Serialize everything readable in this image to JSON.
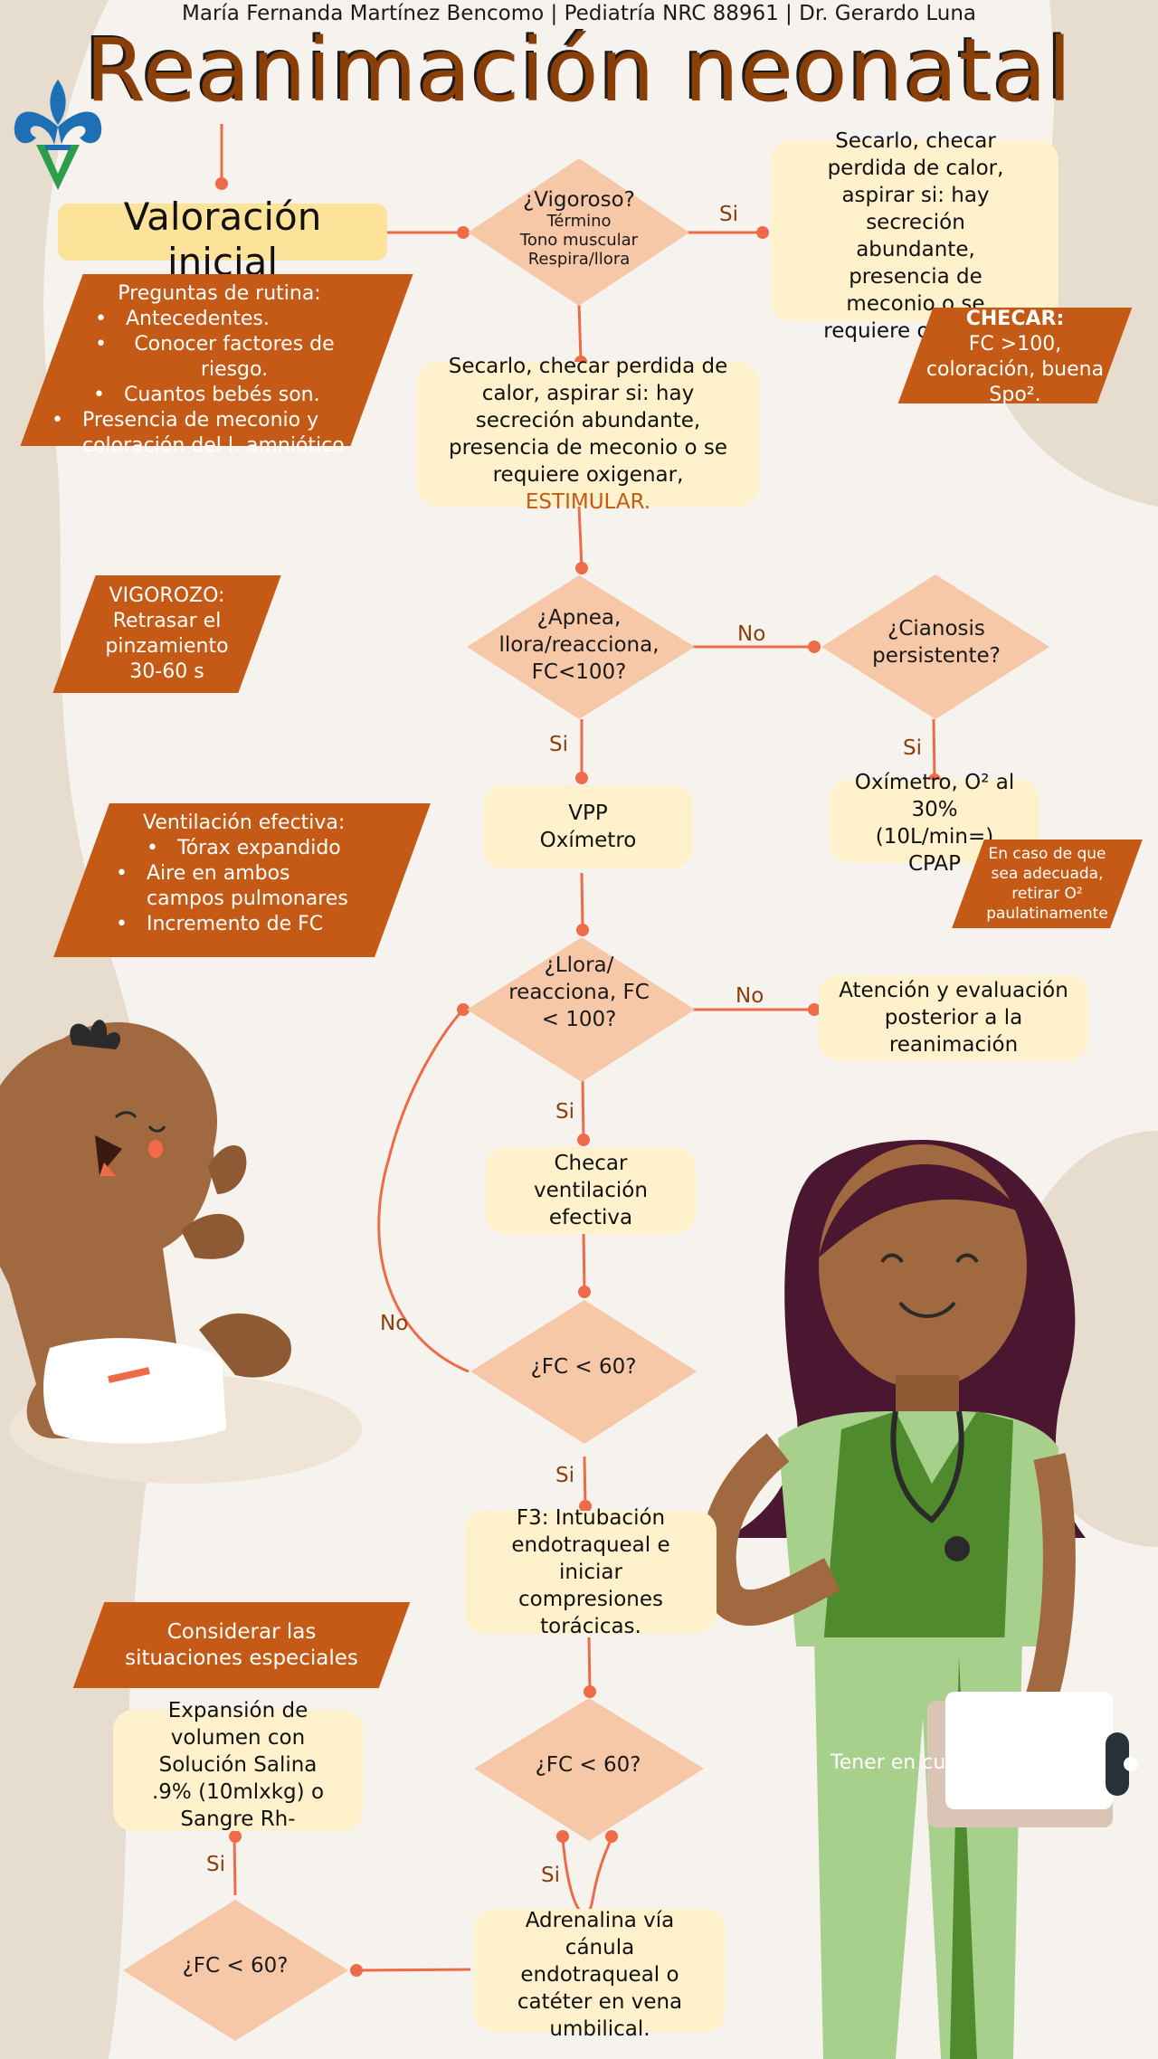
{
  "header": {
    "authors": "María Fernanda Martínez Bencomo |  Pediatría NRC 88961 | Dr. Gerardo Luna",
    "title": "Reanimación neonatal"
  },
  "colors": {
    "accent": "#c45a16",
    "title": "#8a3e08",
    "box": "#fff1cc",
    "diamond": "#f7c8a8",
    "line": "#ee6b4a"
  },
  "icons": {
    "logo": "fleur-de-lis-logo",
    "baby": "baby-illustration",
    "doctor": "doctor-illustration"
  },
  "nodes": {
    "valoracion": "Valoración inicial",
    "rutina_title": "Preguntas de rutina:",
    "rutina_items": [
      "Antecedentes.",
      "Conocer factores de riesgo.",
      "Cuantos bebés son.",
      "Presencia de meconio y coloración del l. amniótico"
    ],
    "vigoroso_q": "¿Vigoroso?",
    "vigoroso_sub1": "Término",
    "vigoroso_sub2": "Tono muscular",
    "vigoroso_sub3": "Respira/llora",
    "si_right_box": "Secarlo, checar perdida de calor, aspirar si: hay secreción abundante, presencia de meconio o se requiere oxigenar",
    "checar_title": "CHECAR:",
    "checar_body": "FC >100, coloración, buena Spo².",
    "secarlo_main": "Secarlo, checar perdida de calor, aspirar si: hay secreción abundante, presencia de meconio o se requiere oxigenar,",
    "estimular": "ESTIMULAR.",
    "vigorozo_title": "VIGOROZO:",
    "vigorozo_body": "Retrasar el pinzamiento 30-60 s",
    "apnea_q": "¿Apnea, llora/reacciona, FC<100?",
    "cianosis_q": "¿Cianosis persistente?",
    "vpp": "VPP Oxímetro",
    "oximetro": "Oxímetro, O² al 30% (10L/min=) CPAP",
    "retirar": "En caso de que sea adecuada, retirar O² paulatinamente",
    "vent_title": "Ventilación efectiva:",
    "vent_items": [
      "Tórax expandido",
      "Aire en ambos campos pulmonares",
      "Incremento de FC"
    ],
    "llora_q": "¿Llora/ reacciona, FC < 100?",
    "atencion": "Atención y evaluación posterior a la reanimación",
    "checar_vent": "Checar ventilación efectiva",
    "fc60_1": "¿FC < 60?",
    "f3": "F3: Intubación endotraqueal e iniciar compresiones torácicas.",
    "fc60_2": "¿FC < 60?",
    "adrenalina": "Adrenalina vía cánula endotraqueal o catéter en vena umbilical.",
    "fc60_3": "¿FC < 60?",
    "considerar": "Considerar las situaciones especiales",
    "expansion": "Expansión de volumen con Solución Salina .9% (10mlxkg) o Sangre Rh-",
    "tener": "Tener en cuenta q"
  },
  "labels": {
    "si": "Si",
    "no": "No"
  }
}
